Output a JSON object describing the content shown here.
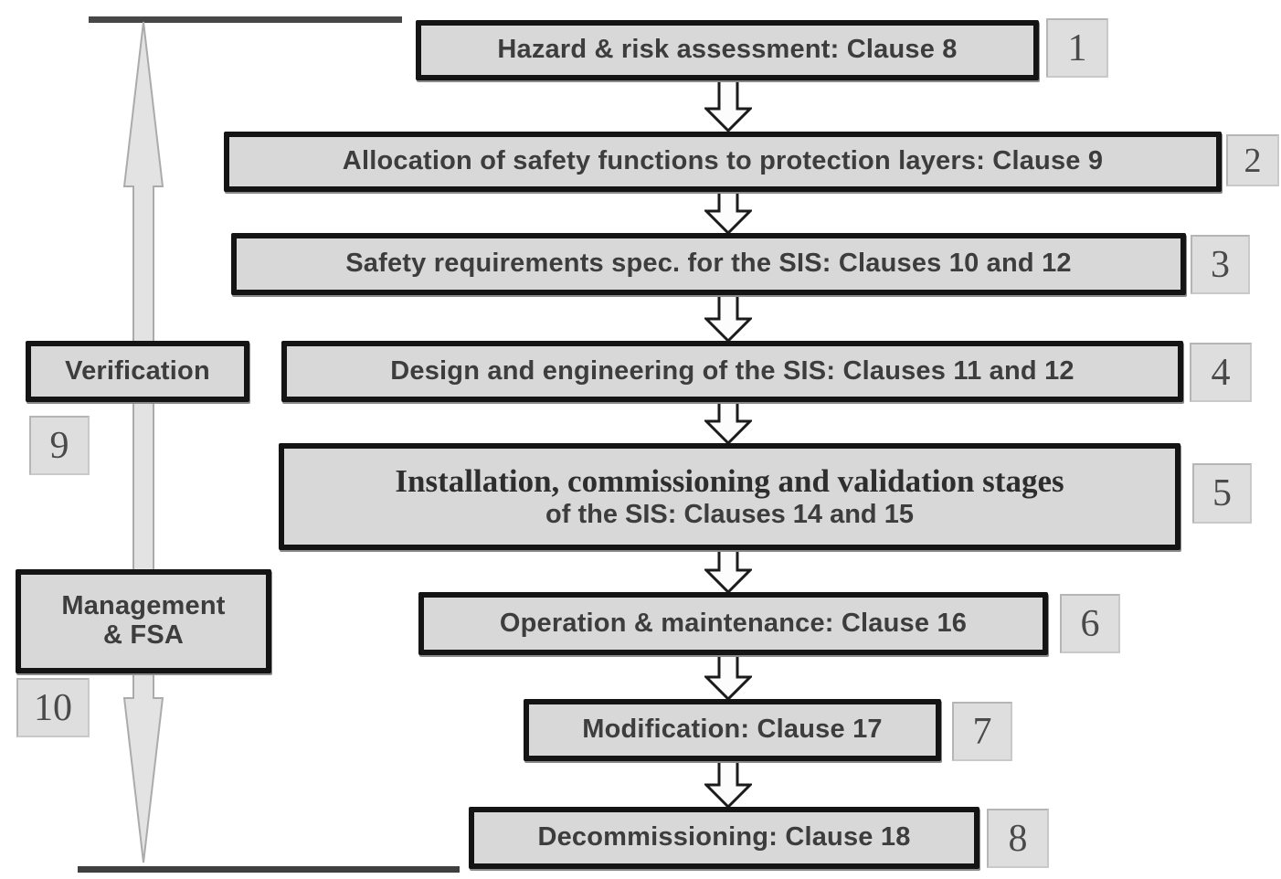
{
  "diagram": {
    "steps": [
      {
        "label": "Hazard & risk assessment: Clause 8",
        "number": "1"
      },
      {
        "label": "Allocation of safety functions to protection layers: Clause 9",
        "number": "2"
      },
      {
        "label": "Safety requirements spec. for the SIS: Clauses 10 and 12",
        "number": "3"
      },
      {
        "label": "Design and engineering of the SIS: Clauses 11 and 12",
        "number": "4"
      },
      {
        "label_line1": "Installation, commissioning and validation stages",
        "label_line2": "of the SIS: Clauses 14 and 15",
        "number": "5"
      },
      {
        "label": "Operation & maintenance: Clause 16",
        "number": "6"
      },
      {
        "label": "Modification: Clause 17",
        "number": "7"
      },
      {
        "label": "Decommissioning: Clause 18",
        "number": "8"
      }
    ],
    "side": [
      {
        "label": "Verification",
        "number": "9"
      },
      {
        "label_line1": "Management",
        "label_line2": "& FSA",
        "number": "10"
      }
    ],
    "colors": {
      "box_fill": "#d8d8d8",
      "box_border": "#141414",
      "box_text": "#3d3d3d",
      "badge_fill": "#dedede",
      "badge_border": "#b5b5b5",
      "badge_text": "#4a4a4a",
      "boundary_line": "#474747",
      "span_arrow_fill": "#e3e3e3",
      "span_arrow_stroke": "#ababab",
      "flow_arrow_fill": "#fcfcfc",
      "flow_arrow_stroke": "#1b1b1b"
    }
  }
}
